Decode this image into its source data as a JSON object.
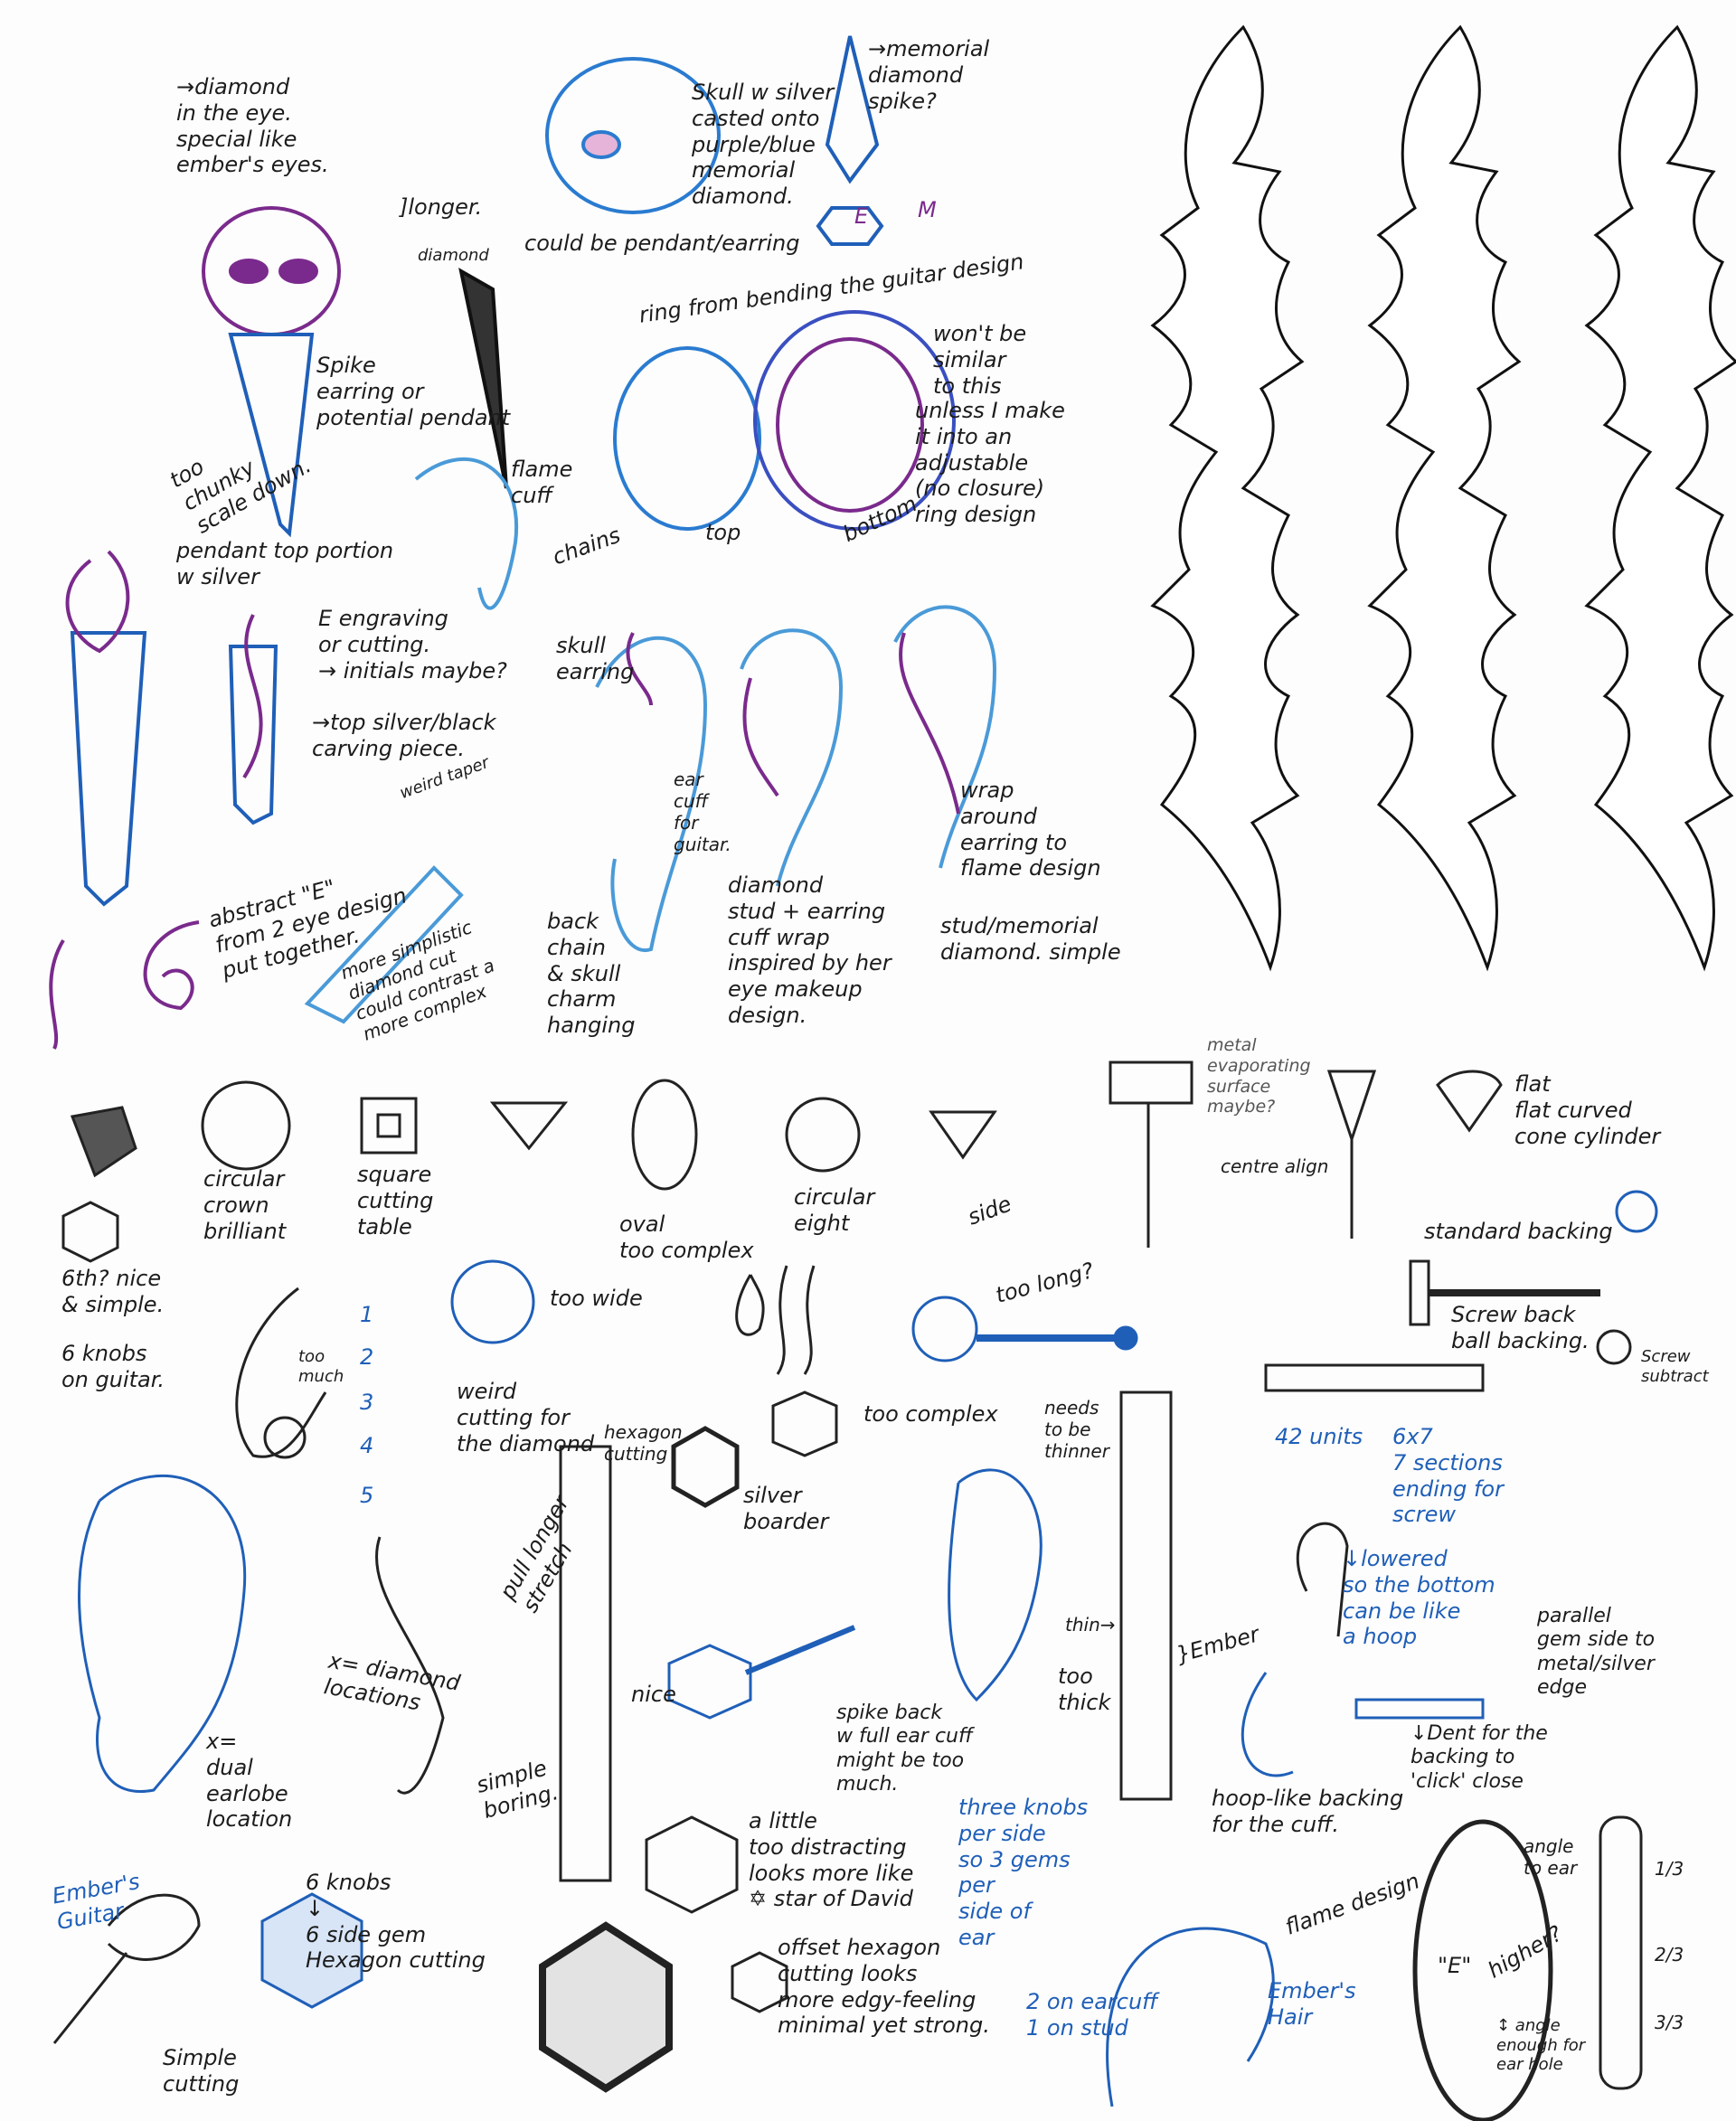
{
  "colors": {
    "ink_black": "#1c1c1c",
    "ink_blue": "#1f5fb8",
    "ink_purple": "#7a2a8c",
    "paper": "#fdfdfd"
  },
  "top": {
    "notes": [
      "→diamond\nin the eye.\nspecial like\nember's eyes.",
      "Skull w silver\ncasted onto\npurple/blue\nmemorial\ndiamond.",
      "→memorial\ndiamond\nspike?",
      "M",
      "E",
      "could be pendant/earring",
      "ring from bending the guitar design",
      "]longer.",
      "diamond",
      "Spike\nearring or\npotential pendant",
      "too\nchunky\nscale down.",
      "won't be\nsimilar\nto this",
      "unless I make\nit into an\nadjustable\n(no closure)\nring design",
      "top",
      "bottom",
      "flame\ncuff",
      "chains",
      "skull\nearring",
      "pendant top portion\nw silver",
      "E engraving\nor cutting.\n→ initials maybe?",
      "→top silver/black\ncarving piece.",
      "weird taper",
      "abstract \"E\"\nfrom 2 eye design\nput together.",
      "more simplistic\ndiamond cut\ncould contrast a\nmore complex",
      "ear\ncuff\nfor\nguitar.",
      "back\nchain\n& skull\ncharm\nhanging",
      "diamond\nstud + earring\ncuff wrap\ninspired by her\neye makeup\ndesign.",
      "wrap\naround\nearring to\nflame design",
      "stud/memorial\ndiamond. simple"
    ]
  },
  "bottom": {
    "notes": [
      "6th? nice\n& simple.",
      "6 knobs\non guitar.",
      "circular\ncrown\nbrilliant",
      "square\ncutting\ntable",
      "oval\ntoo complex",
      "circular\neight",
      "metal\nevaporating\nsurface\nmaybe?",
      "flat\nflat curved\ncone cylinder",
      "centre align",
      "side",
      "standard backing",
      "too wide",
      "too long?",
      "Screw back\nball backing.",
      "Screw\nsubtract",
      "too\nmuch",
      "weird\ncutting for\nthe diamond",
      "too complex",
      "hexagon\ncutting",
      "silver\nboarder",
      "needs\nto be\nthinner",
      "42 units",
      "6x7\n7 sections\nending for\nscrew",
      "↓lowered\nso the bottom\ncan be like\na hoop",
      "parallel\ngem side to\nmetal/silver\nedge",
      "pull longer\nstretch",
      "x= diamond\nlocations",
      "nice",
      "x=\ndual\nearlobe\nlocation",
      "thin→",
      "too\nthick",
      "}Ember",
      "spike back\nw full ear cuff\nmight be too\nmuch.",
      "↓Dent for the\nbacking to\n'click' close",
      "simple\nboring.",
      "hoop-like backing\nfor the cuff.",
      "three knobs\nper side\nso 3 gems\nper\nside of\near",
      "a little\ntoo distracting\nlooks more like\n✡ star of David",
      "angle\nto ear",
      "Ember's\nGuitar",
      "6 knobs\n↓\n6 side gem\nHexagon cutting",
      "flame design",
      "offset hexagon\ncutting looks\nmore edgy-feeling\nminimal yet strong.",
      "2 on earcuff\n1 on stud",
      "Ember's\nHair",
      "higher?",
      "↕ angle\nenough for\near hole",
      "Simple\ncutting",
      "1/3",
      "2/3",
      "3/3",
      "\"E\"",
      "1",
      "2",
      "3",
      "4",
      "5"
    ]
  }
}
